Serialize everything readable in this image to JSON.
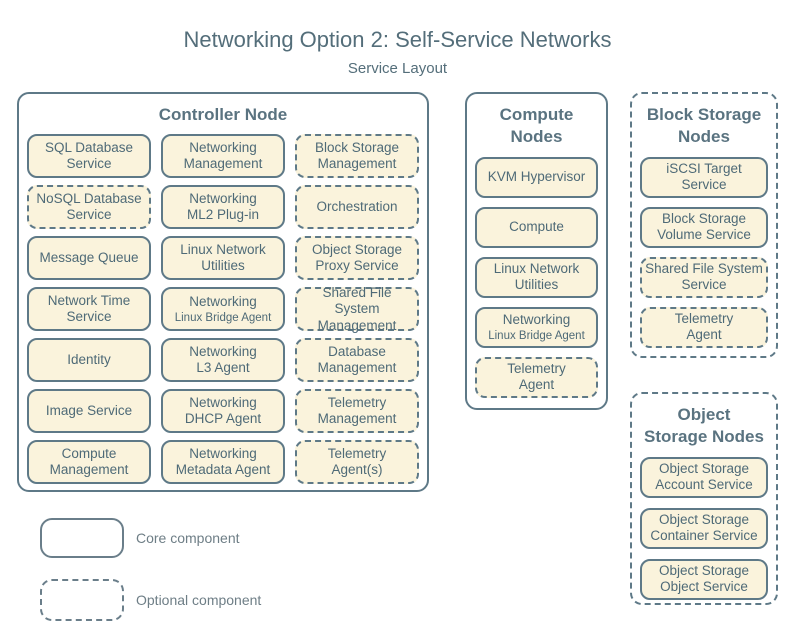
{
  "page": {
    "title": "Networking Option 2: Self-Service Networks",
    "subtitle": "Service Layout"
  },
  "colors": {
    "background": "#ffffff",
    "box_fill": "#faf3dc",
    "border": "#5e7987",
    "text": "#4e6a77",
    "heading": "#5a7380",
    "title": "#546e7a",
    "legend_border": "#6a7e8a",
    "legend_text": "#6e7e86"
  },
  "groups": [
    {
      "title": "Controller Node",
      "title_lines": [
        "Controller Node"
      ],
      "border": "solid",
      "columns": 3,
      "services": [
        {
          "label": "SQL Database Service",
          "lines": [
            "SQL Database",
            "Service"
          ],
          "optional": false
        },
        {
          "label": "Networking Management",
          "lines": [
            "Networking",
            "Management"
          ],
          "optional": false
        },
        {
          "label": "Block Storage Management",
          "lines": [
            "Block Storage",
            "Management"
          ],
          "optional": true
        },
        {
          "label": "NoSQL Database Service",
          "lines": [
            "NoSQL Database",
            "Service"
          ],
          "optional": true
        },
        {
          "label": "Networking ML2 Plug-in",
          "lines": [
            "Networking",
            "ML2 Plug-in"
          ],
          "optional": false
        },
        {
          "label": "Orchestration",
          "lines": [
            "Orchestration"
          ],
          "optional": true
        },
        {
          "label": "Message Queue",
          "lines": [
            "Message Queue"
          ],
          "optional": false
        },
        {
          "label": "Linux Network Utilities",
          "lines": [
            "Linux Network",
            "Utilities"
          ],
          "optional": false
        },
        {
          "label": "Object Storage Proxy Service",
          "lines": [
            "Object Storage",
            "Proxy Service"
          ],
          "optional": true
        },
        {
          "label": "Network Time Service",
          "lines": [
            "Network Time",
            "Service"
          ],
          "optional": false
        },
        {
          "label": "Networking Linux Bridge Agent",
          "lines": [
            "Networking",
            "Linux Bridge Agent"
          ],
          "optional": false,
          "small_second_line": true
        },
        {
          "label": "Shared File System Management",
          "lines": [
            "Shared File System",
            "Management"
          ],
          "optional": true
        },
        {
          "label": "Identity",
          "lines": [
            "Identity"
          ],
          "optional": false
        },
        {
          "label": "Networking L3 Agent",
          "lines": [
            "Networking",
            "L3 Agent"
          ],
          "optional": false
        },
        {
          "label": "Database Management",
          "lines": [
            "Database",
            "Management"
          ],
          "optional": true
        },
        {
          "label": "Image Service",
          "lines": [
            "Image Service"
          ],
          "optional": false
        },
        {
          "label": "Networking DHCP Agent",
          "lines": [
            "Networking",
            "DHCP Agent"
          ],
          "optional": false
        },
        {
          "label": "Telemetry Management",
          "lines": [
            "Telemetry",
            "Management"
          ],
          "optional": true
        },
        {
          "label": "Compute Management",
          "lines": [
            "Compute",
            "Management"
          ],
          "optional": false
        },
        {
          "label": "Networking Metadata Agent",
          "lines": [
            "Networking",
            "Metadata Agent"
          ],
          "optional": false
        },
        {
          "label": "Telemetry Agent(s)",
          "lines": [
            "Telemetry",
            "Agent(s)"
          ],
          "optional": true
        }
      ]
    },
    {
      "title": "Compute Nodes",
      "title_lines": [
        "Compute",
        "Nodes"
      ],
      "border": "solid",
      "columns": 1,
      "services": [
        {
          "label": "KVM Hypervisor",
          "lines": [
            "KVM Hypervisor"
          ],
          "optional": false
        },
        {
          "label": "Compute",
          "lines": [
            "Compute"
          ],
          "optional": false
        },
        {
          "label": "Linux Network Utilities",
          "lines": [
            "Linux Network",
            "Utilities"
          ],
          "optional": false
        },
        {
          "label": "Networking Linux Bridge Agent",
          "lines": [
            "Networking",
            "Linux Bridge Agent"
          ],
          "optional": false,
          "small_second_line": true
        },
        {
          "label": "Telemetry Agent",
          "lines": [
            "Telemetry",
            "Agent"
          ],
          "optional": true
        }
      ]
    },
    {
      "title": "Block Storage Nodes",
      "title_lines": [
        "Block Storage",
        "Nodes"
      ],
      "border": "dashed",
      "columns": 1,
      "services": [
        {
          "label": "iSCSI Target Service",
          "lines": [
            "iSCSI Target",
            "Service"
          ],
          "optional": false
        },
        {
          "label": "Block Storage Volume Service",
          "lines": [
            "Block Storage",
            "Volume Service"
          ],
          "optional": false
        },
        {
          "label": "Shared File System Service",
          "lines": [
            "Shared File System",
            "Service"
          ],
          "optional": true
        },
        {
          "label": "Telemetry Agent",
          "lines": [
            "Telemetry",
            "Agent"
          ],
          "optional": true
        }
      ]
    },
    {
      "title": "Object Storage Nodes",
      "title_lines": [
        "Object",
        "Storage Nodes"
      ],
      "border": "dashed",
      "columns": 1,
      "services": [
        {
          "label": "Object Storage Account Service",
          "lines": [
            "Object Storage",
            "Account Service"
          ],
          "optional": false
        },
        {
          "label": "Object Storage Container Service",
          "lines": [
            "Object Storage",
            "Container Service"
          ],
          "optional": false
        },
        {
          "label": "Object Storage Object Service",
          "lines": [
            "Object Storage",
            "Object Service"
          ],
          "optional": false
        }
      ]
    }
  ],
  "legend": {
    "items": [
      {
        "label": "Core component",
        "style": "solid"
      },
      {
        "label": "Optional component",
        "style": "dashed"
      }
    ]
  }
}
